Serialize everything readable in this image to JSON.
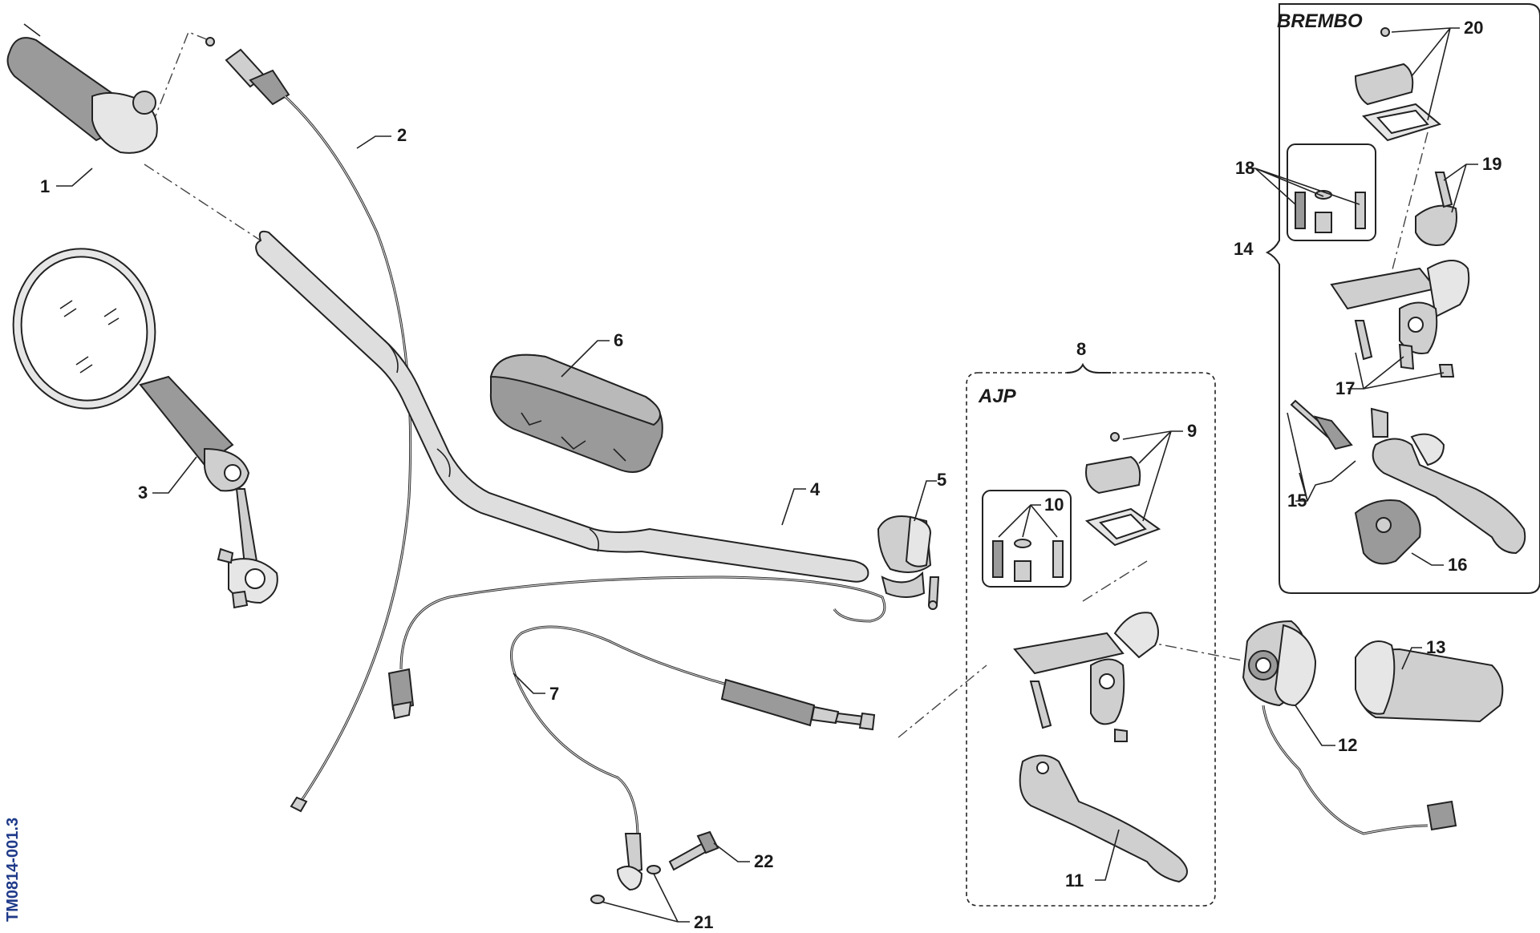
{
  "drawing_code": "TM0814-001.3",
  "groups": {
    "ajp": "AJP",
    "brembo": "BREMBO"
  },
  "callouts": [
    "1",
    "2",
    "3",
    "4",
    "5",
    "6",
    "7",
    "8",
    "9",
    "10",
    "11",
    "12",
    "13",
    "14",
    "15",
    "16",
    "17",
    "18",
    "19",
    "20",
    "21",
    "22"
  ]
}
